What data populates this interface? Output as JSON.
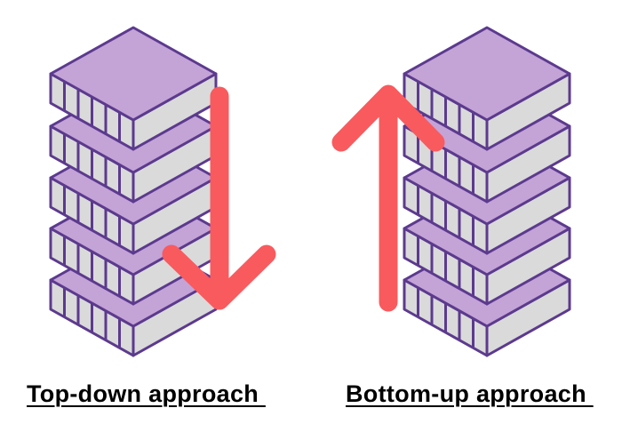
{
  "captions": {
    "left": "Top-down approach ",
    "right": "Bottom-up approach "
  },
  "colors": {
    "block_top": "#c4a3d6",
    "block_front": "#a888c6",
    "block_side": "#dadada",
    "outline": "#5c3a8e",
    "arrow": "#f95a5e"
  },
  "diagram": {
    "stacks": [
      {
        "name": "top-down-stack",
        "blocks": 5,
        "arrow_direction": "down"
      },
      {
        "name": "bottom-up-stack",
        "blocks": 5,
        "arrow_direction": "up"
      }
    ]
  }
}
